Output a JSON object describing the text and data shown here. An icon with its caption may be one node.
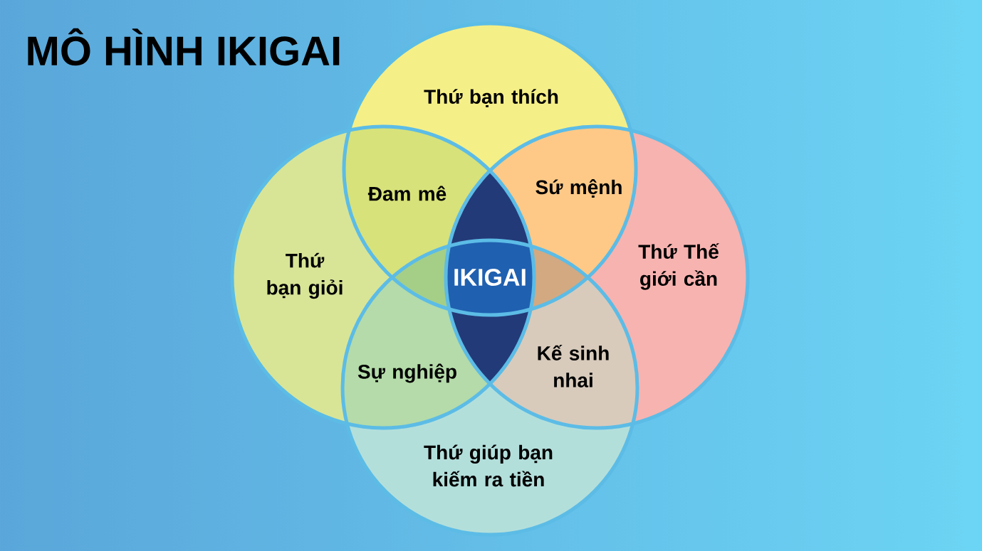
{
  "diagram": {
    "title": "MÔ HÌNH IKIGAI",
    "nodes": [
      {
        "text": [
          "Thứ bạn thích"
        ]
      },
      {
        "text": [
          "Thứ bạn giỏi"
        ]
      },
      {
        "text": [
          "Thứ Thế giới cần"
        ]
      },
      {
        "text": [
          "Thứ giúp bạn kiếm ra tiền"
        ]
      },
      {
        "text": [
          "Đam mê"
        ]
      },
      {
        "text": [
          "Sứ mệnh"
        ]
      },
      {
        "text": [
          "IKIGAI"
        ]
      },
      {
        "text": [
          "Sự nghiệp"
        ]
      },
      {
        "text": [
          "Kế sinh nhai"
        ]
      }
    ]
  }
}
